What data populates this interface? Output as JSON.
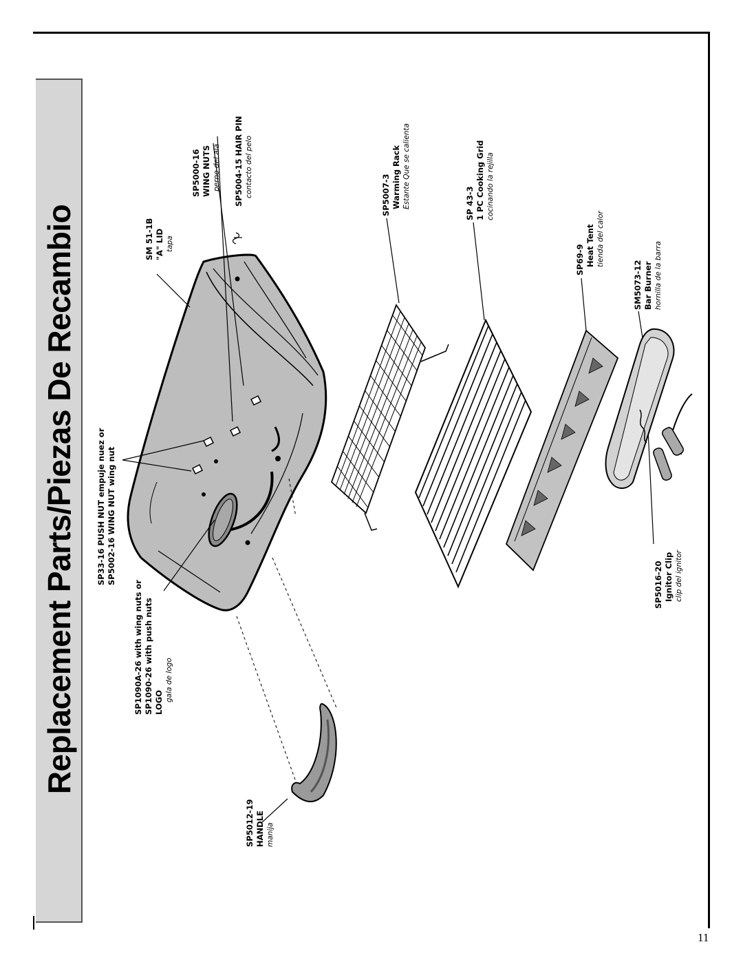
{
  "page": {
    "title": "Replacement Parts/Piezas De Recambio",
    "page_number": "11"
  },
  "parts": {
    "handle": {
      "code": "SP5012-19",
      "name": "HANDLE",
      "spanish": "manija"
    },
    "logo": {
      "line1": "SP1090A-26 with wing nuts or",
      "line2": "SP1090-26 with push nuts",
      "name": "LOGO",
      "spanish": "gala de logo"
    },
    "nuts": {
      "line1": "SP33-16 PUSH NUT  empuje nuez   or",
      "line2": "SP5002-16 WING NUT   wing nut"
    },
    "lid": {
      "code": "SM 51-1B",
      "name": "\"A\" LID",
      "spanish": "tapa"
    },
    "wing_nuts": {
      "code": "SP5000-16",
      "name": "WING NUTS",
      "spanish": "perno del ala"
    },
    "hair_pin": {
      "code": "SP5004-15 HAIR PIN",
      "spanish": "contacto del pelo"
    },
    "warming_rack": {
      "code": "SP5007-3",
      "name": "Warming Rack",
      "spanish": "Estante Que se calienta"
    },
    "cooking_grid": {
      "code": "SP 43-3",
      "name": "1 PC Cooking Grid",
      "spanish": "cocinando la rejilla"
    },
    "heat_tent": {
      "code": "SP69-9",
      "name": "Heat Tent",
      "spanish": "tienda del calor"
    },
    "bar_burner": {
      "code": "SM5073-12",
      "name": "Bar Burner",
      "spanish": "hornilla de la barra"
    },
    "ignitor_clip": {
      "code": "SP5016-20",
      "name": "Ignitor Clip",
      "spanish": "clip del ignitor"
    }
  }
}
